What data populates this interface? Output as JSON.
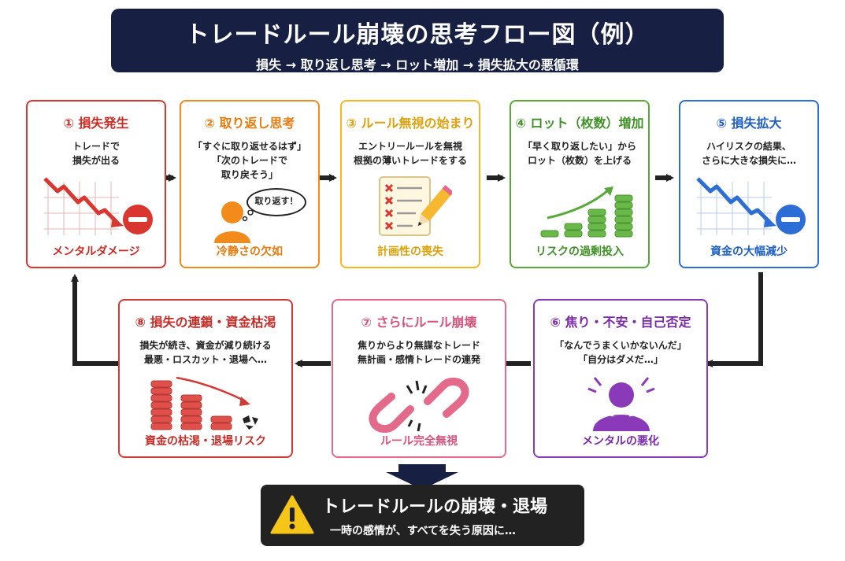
{
  "header": {
    "title": "トレードルール崩壊の思考フロー図（例）",
    "subtitle": "損失 → 取り返し思考 → ロット増加 → 損失拡大の悪循環"
  },
  "colors": {
    "header_bg": "#172042",
    "arrow": "#222222",
    "red": "#d9362f",
    "orange": "#f28a1c",
    "yellow": "#f2b81c",
    "green": "#58a93a",
    "blue": "#2c6ed6",
    "purple": "#8a3ab8",
    "pink": "#e36a8b",
    "crimson": "#d23a35"
  },
  "steps": [
    {
      "title": "① 損失発生",
      "desc": [
        "トレードで",
        "損失が出る"
      ],
      "footer": "メンタルダメージ",
      "icon": "falling-chart-minus-icon"
    },
    {
      "title": "② 取り返し思考",
      "desc": [
        "「すぐに取り返せるはず」",
        "「次のトレードで",
        "取り戻そう」"
      ],
      "bubble": "取り返す！",
      "footer": "冷静さの欠如",
      "icon": "person-thinking-icon"
    },
    {
      "title": "③ ルール無視の始まり",
      "desc": [
        "エントリールールを無視",
        "根拠の薄いトレードをする"
      ],
      "footer": "計画性の喪失",
      "icon": "checklist-pencil-icon"
    },
    {
      "title": "④ ロット（枚数）増加",
      "desc": [
        "「早く取り返したい」から",
        "ロット（枚数）を上げる"
      ],
      "footer": "リスクの過剰投入",
      "icon": "growing-coins-icon"
    },
    {
      "title": "⑤ 損失拡大",
      "desc": [
        "ハイリスクの結果、",
        "さらに大きな損失に…"
      ],
      "footer": "資金の大幅減少",
      "icon": "falling-chart-minus-icon"
    },
    {
      "title": "⑥ 焦り・不安・自己否定",
      "desc": [
        "「なんでうまくいかないんだ」",
        "「自分はダメだ…」"
      ],
      "footer": "メンタルの悪化",
      "icon": "distressed-person-icon"
    },
    {
      "title": "⑦ さらにルール崩壊",
      "desc": [
        "焦りからより無謀なトレード",
        "無計画・感情トレードの連発"
      ],
      "footer": "ルール完全無視",
      "icon": "broken-chain-icon"
    },
    {
      "title": "⑧ 損失の連鎖・資金枯渇",
      "desc": [
        "損失が続き、資金が減り続ける",
        "最悪・ロスカット・退場へ…"
      ],
      "footer": "資金の枯渇・退場リスク",
      "icon": "shrinking-coins-icon"
    }
  ],
  "conclusion": {
    "title": "トレードルールの崩壊・退場",
    "subtitle": "一時の感情が、すべてを失う原因に…",
    "icon": "warning-icon"
  }
}
